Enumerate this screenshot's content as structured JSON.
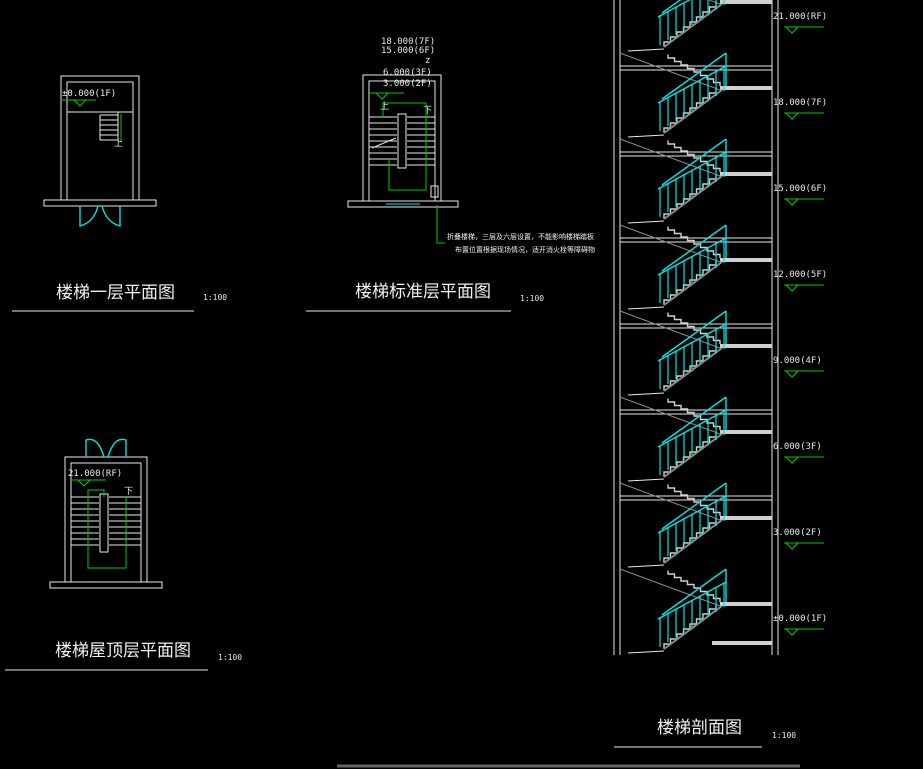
{
  "colors": {
    "background": "#000000",
    "wall": "#e8e8e8",
    "rail": "#00e5e5",
    "annotation": "#00cc00"
  },
  "plans": {
    "first_floor": {
      "title": "楼梯一层平面图",
      "scale": "1:100",
      "elevation": "±0.000(1F)"
    },
    "standard_floor": {
      "title": "楼梯标准层平面图",
      "scale": "1:100",
      "elevations": [
        "18.000(7F)",
        "15.000(6F)",
        "6.000(3F)",
        "3.000(2F)"
      ],
      "ellipsis": "z",
      "note_line1": "折叠楼梯，三层及六层设置，不能影响楼梯踏板",
      "note_line2": "布置位置根据现场情况，适开消火栓等障碍物"
    },
    "roof_floor": {
      "title": "楼梯屋顶层平面图",
      "scale": "1:100",
      "elevation": "21.000(RF)"
    }
  },
  "section": {
    "title": "楼梯剖面图",
    "scale": "1:100",
    "levels": [
      {
        "label": "21.000(RF)",
        "floor": 8
      },
      {
        "label": "18.000(7F)",
        "floor": 7
      },
      {
        "label": "15.000(6F)",
        "floor": 6
      },
      {
        "label": "12.000(5F)",
        "floor": 5
      },
      {
        "label": "9.000(4F)",
        "floor": 4
      },
      {
        "label": "6.000(3F)",
        "floor": 3
      },
      {
        "label": "3.000(2F)",
        "floor": 2
      },
      {
        "label": "±0.000(1F)",
        "floor": 1
      }
    ]
  }
}
